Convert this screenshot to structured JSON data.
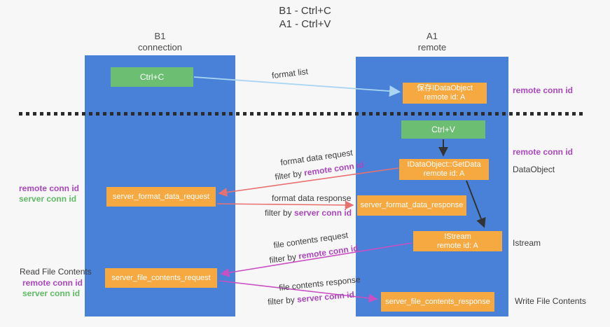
{
  "title": {
    "line1": "B1 - Ctrl+C",
    "line2": "A1 - Ctrl+V"
  },
  "lanes": {
    "left": {
      "header1": "B1",
      "header2": "connection"
    },
    "right": {
      "header1": "A1",
      "header2": "remote"
    }
  },
  "nodes": {
    "ctrl_c": {
      "label": "Ctrl+C"
    },
    "save_idataobject": {
      "line1": "保存IDataObject",
      "line2": "remote id: A"
    },
    "ctrl_v": {
      "label": "Ctrl+V"
    },
    "getdata": {
      "line1": "IDataObject::GetData",
      "line2": "remote id: A"
    },
    "server_format_data_request": {
      "label": "server_format_data_request"
    },
    "server_format_data_response": {
      "label": "server_format_data_response"
    },
    "istream": {
      "line1": "IStream",
      "line2": "remote id: A"
    },
    "server_file_contents_request": {
      "label": "server_file_contents_request"
    },
    "server_file_contents_response": {
      "label": "server_file_contents_response"
    }
  },
  "edge_labels": {
    "format_list": "format list",
    "format_data_request": "format data request",
    "format_data_response": "format data response",
    "file_contents_request": "file contents request",
    "file_contents_response": "file contents response",
    "filter_by": "filter by",
    "remote_conn_id": "remote conn id",
    "server_conn_id": "server conn id"
  },
  "side_labels": {
    "remote_conn_id": "remote conn id",
    "server_conn_id": "server conn id",
    "read_file_contents": "Read File Contents",
    "write_file_contents": "Write File Contents",
    "dataobject": "DataObject",
    "istream": "Istream"
  },
  "colors": {
    "lane_blue": "#4a81d8",
    "node_orange": "#f7a941",
    "node_green": "#6cbf72",
    "arrow_light_blue": "#a9d5f2",
    "arrow_black": "#333333",
    "arrow_red": "#e87170",
    "arrow_magenta": "#c94fc3",
    "text_purple": "#ab47bc",
    "text_green": "#5fba64"
  }
}
